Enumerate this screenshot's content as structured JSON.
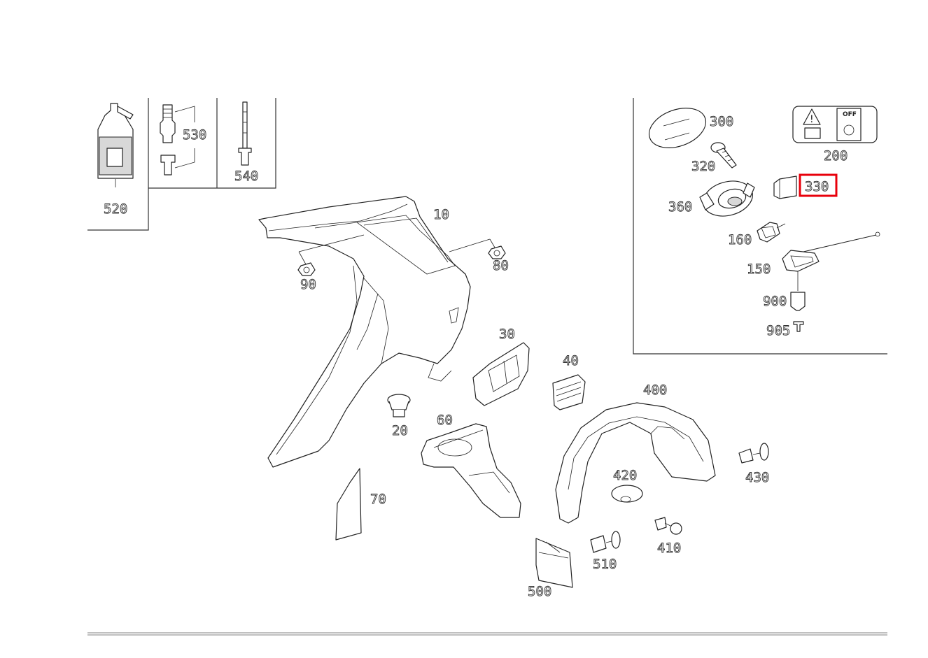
{
  "highlight_color": "#e8000b",
  "highlighted_part": "330",
  "parts": {
    "p10": "10",
    "p20": "20",
    "p30": "30",
    "p40": "40",
    "p60": "60",
    "p70": "70",
    "p80": "80",
    "p90": "90",
    "p150": "150",
    "p160": "160",
    "p200": "200",
    "p300": "300",
    "p320": "320",
    "p330": "330",
    "p360": "360",
    "p400": "400",
    "p410": "410",
    "p420": "420",
    "p430": "430",
    "p500": "500",
    "p510": "510",
    "p520": "520",
    "p530": "530",
    "p540": "540",
    "p900": "900",
    "p905": "905"
  },
  "warning_sticker": {
    "off_text": "OFF"
  }
}
